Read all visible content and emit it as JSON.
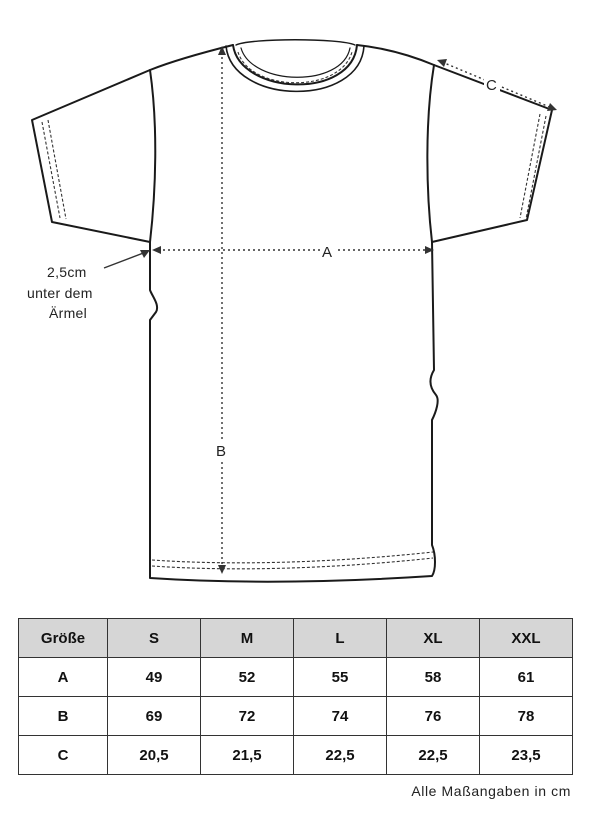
{
  "diagram": {
    "labels": {
      "a": "A",
      "b": "B",
      "c": "C"
    },
    "armpit_note": [
      "2,5cm",
      "unter dem",
      "Ärmel"
    ]
  },
  "table": {
    "header": [
      "Größe",
      "S",
      "M",
      "L",
      "XL",
      "XXL"
    ],
    "rows": [
      [
        "A",
        "49",
        "52",
        "55",
        "58",
        "61"
      ],
      [
        "B",
        "69",
        "72",
        "74",
        "76",
        "78"
      ],
      [
        "C",
        "20,5",
        "21,5",
        "22,5",
        "22,5",
        "23,5"
      ]
    ]
  },
  "footnote": "Alle Maßangaben in cm"
}
